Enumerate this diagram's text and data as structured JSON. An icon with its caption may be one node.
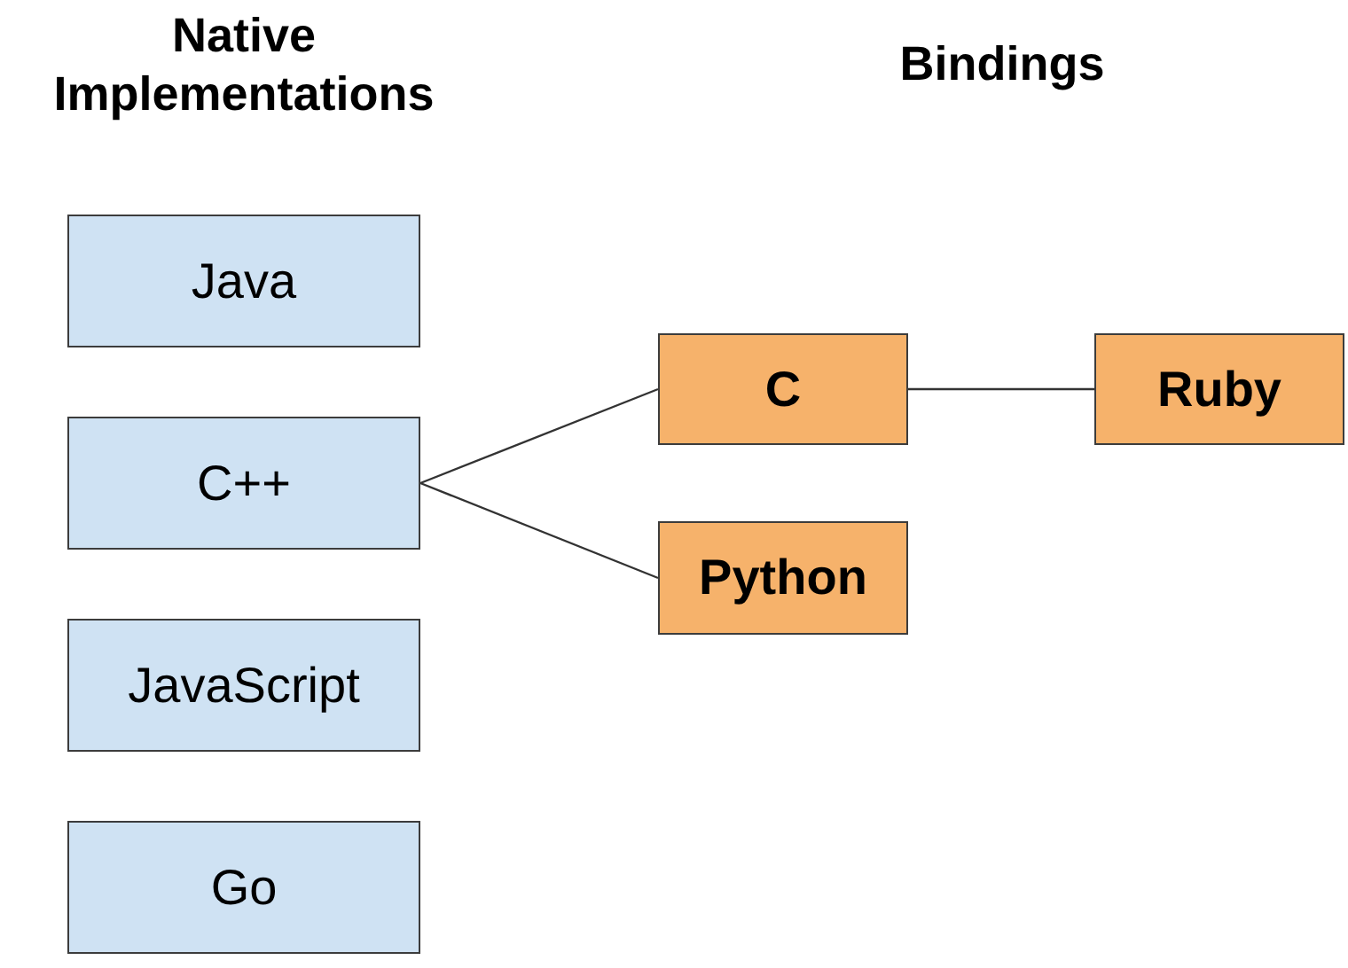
{
  "diagram": {
    "nodes": [
      {
        "text": [
          "Java"
        ]
      },
      {
        "text": [
          "C++"
        ]
      },
      {
        "text": [
          "JavaScript"
        ]
      },
      {
        "text": [
          "Go"
        ]
      },
      {
        "text": [
          "C"
        ]
      },
      {
        "text": [
          "Python"
        ]
      },
      {
        "text": [
          "Ruby"
        ]
      }
    ],
    "edges": [
      {
        "from": 1,
        "to": 4,
        "arrow": "none"
      },
      {
        "from": 1,
        "to": 5,
        "arrow": "none"
      },
      {
        "from": 4,
        "to": 6,
        "arrow": "none"
      }
    ],
    "labels": [
      "Native Implementations",
      "Bindings"
    ]
  }
}
